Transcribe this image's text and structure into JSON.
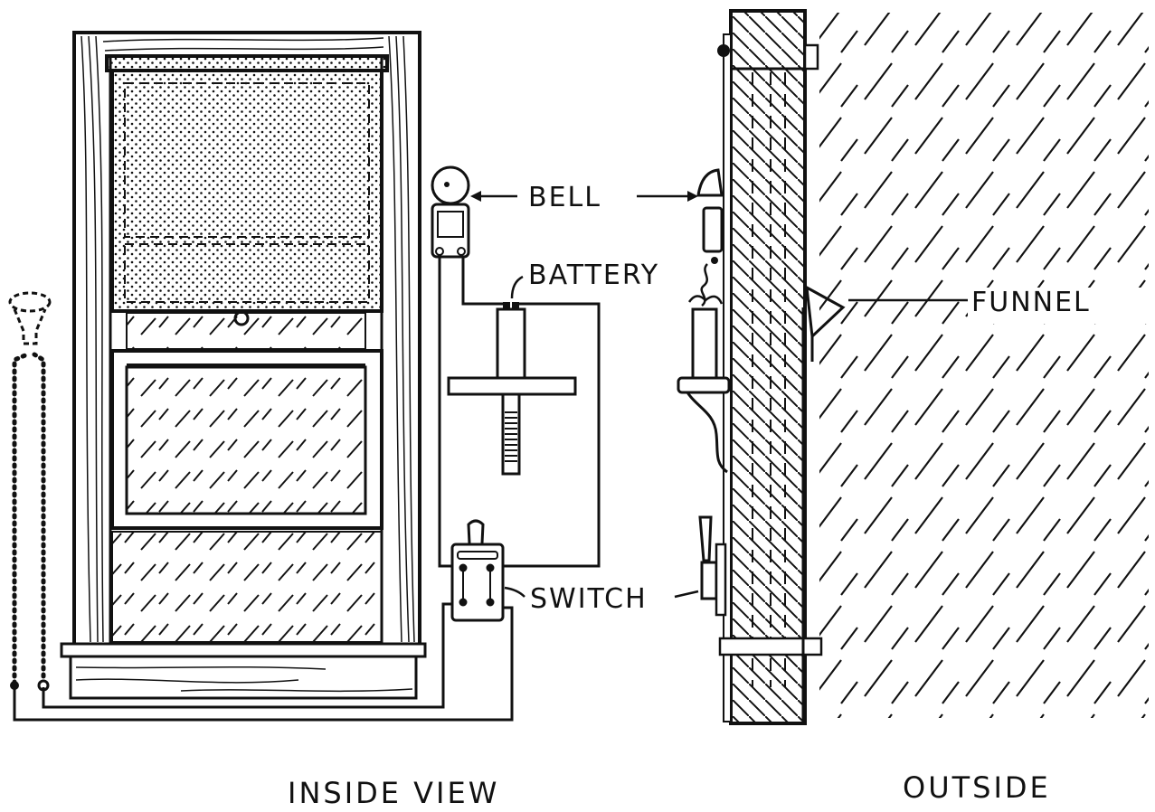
{
  "diagram": {
    "title": "Window burglar alarm wiring — inside and outside views",
    "labels": {
      "bell": "BELL",
      "battery": "BATTERY",
      "funnel": "FUNNEL",
      "switch": "SWITCH"
    },
    "captions": {
      "inside": "INSIDE VIEW",
      "outside": "OUTSIDE"
    },
    "colors": {
      "ink": "#111111",
      "paper": "#ffffff"
    }
  }
}
